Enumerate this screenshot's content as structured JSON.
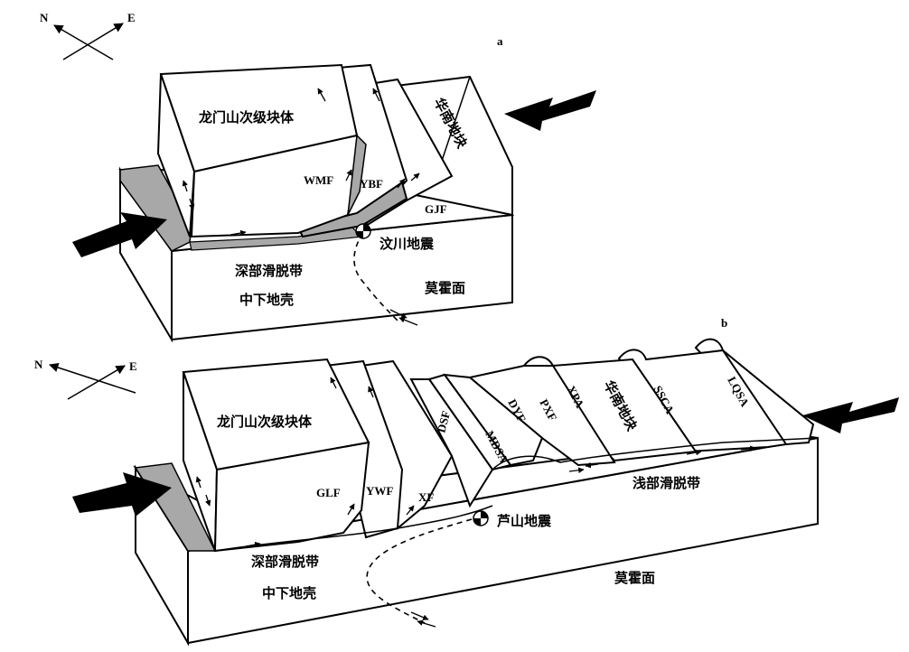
{
  "panels": {
    "a": {
      "letter": "a",
      "compass": {
        "north": "N",
        "east": "E"
      },
      "labels": {
        "longmenshan_block": "龙门山次级块体",
        "south_china_block": "华南地块",
        "wmf": "WMF",
        "ybf": "YBF",
        "gjf": "GJF",
        "wenchuan_eq": "汶川地震",
        "deep_detachment": "深部滑脱带",
        "mid_lower_crust": "中下地壳",
        "moho": "莫霍面"
      }
    },
    "b": {
      "letter": "b",
      "compass": {
        "north": "N",
        "east": "E"
      },
      "labels": {
        "longmenshan_block": "龙门山次级块体",
        "glf": "GLF",
        "ywf": "YWF",
        "xf": "XF",
        "dsf": "DSF",
        "mdsa": "MDSA",
        "dyf": "DYF",
        "pxf": "PXF",
        "xpa": "XPA",
        "south_china_block": "华南地块",
        "ssca": "SSCA",
        "lqsa": "LQSA",
        "shallow_detachment": "浅部滑脱带",
        "lushan_eq": "芦山地震",
        "deep_detachment": "深部滑脱带",
        "mid_lower_crust": "中下地壳",
        "moho": "莫霍面"
      }
    }
  },
  "colors": {
    "ink": "#000000",
    "fault_fill": "#a8a8a8",
    "block_fill": "#ffffff"
  }
}
